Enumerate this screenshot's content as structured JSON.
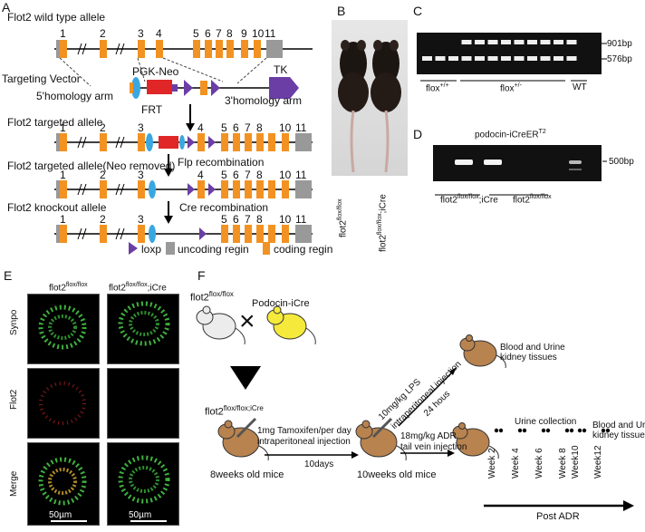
{
  "panels": {
    "a": "A",
    "b": "B",
    "c": "C",
    "d": "D",
    "e": "E",
    "f": "F"
  },
  "panelA": {
    "wt_allele": "Flot2 wild type allele",
    "targeting_vector": "Targeting Vector",
    "pgk_neo": "PGK-Neo",
    "tk": "TK",
    "homology5": "5'homology arm",
    "homology3": "3'homology arm",
    "frt": "FRT",
    "targeted_allele": "Flot2 targeted allele",
    "flp": "Flp recombination",
    "neo_removed": "Flot2 targeted allele(Neo removed)",
    "cre": "Cre recombination",
    "knockout": "Flot2 knockout allele",
    "legend_loxp": "loxp",
    "legend_uncoding": "uncoding regin",
    "legend_coding": "coding regin",
    "wt_exons": [
      "1",
      "2",
      "3",
      "4",
      "5",
      "6",
      "7",
      "8",
      "9",
      "10",
      "11"
    ],
    "t_exons": [
      "1",
      "2",
      "3",
      "4",
      "5",
      "6",
      "7",
      "8",
      "10",
      "11"
    ],
    "n_exons": [
      "1",
      "2",
      "3",
      "4",
      "5",
      "6",
      "7",
      "8",
      "10",
      "11"
    ],
    "k_exons": [
      "1",
      "2",
      "3",
      "5",
      "6",
      "7",
      "8",
      "10",
      "11"
    ]
  },
  "panelB": {
    "label1": "flot2",
    "sup1": "flox/flox",
    "label2": "flot2",
    "sup2": "flox/flox",
    "suffix2": ";iCre"
  },
  "panelC": {
    "bp1": "901bp",
    "bp2": "576bp",
    "lane1": "flox",
    "sup1": "+/+",
    "lane2": "flox",
    "sup2": "+/-",
    "lane3": "WT"
  },
  "panelD": {
    "title": "podocin-iCreER",
    "title_sup": "T2",
    "bp": "500bp",
    "lane1": "flot2",
    "sup1": "flox/flox",
    "suffix1": ";iCre",
    "lane2": "flot2",
    "sup2": "flox/flox"
  },
  "panelE": {
    "col1": "flot2",
    "col1sup": "flox/flox",
    "col2": "flot2",
    "col2sup": "flox/flox",
    "col2suffix": ";iCre",
    "rows": [
      "Synpo",
      "Flot2",
      "Merge"
    ],
    "scale1": "50µm",
    "scale2": "50µm"
  },
  "panelF": {
    "mouse1": "flot2",
    "mouse1sup": "flox/flox",
    "mouse2": "Podocin-iCre",
    "cross": "×",
    "offspring": "flot2",
    "offspring_sup": "flox/flox;iCre",
    "tam1": "1mg Tamoxifen/per day",
    "tam2": "intraperitoneal injection",
    "days": "10days",
    "age1": "8weeks old mice",
    "age2": "10weeks old mice",
    "lps1": "10mg/kg LPS",
    "lps2": "intraperitoneal injection",
    "lps3": "24 hous",
    "out1a": "Blood and Urine",
    "out1b": "kidney tissues",
    "adr1": "18mg/kg ADR",
    "adr2": "tail vein injection",
    "urine": "Urine collection",
    "out2a": "Blood and Urine",
    "out2b": "kidney tissues",
    "weeks": [
      "Week 2",
      "Week 4",
      "Week 6",
      "Week 8",
      "Week10",
      "Week12"
    ],
    "post": "Post ADR"
  }
}
